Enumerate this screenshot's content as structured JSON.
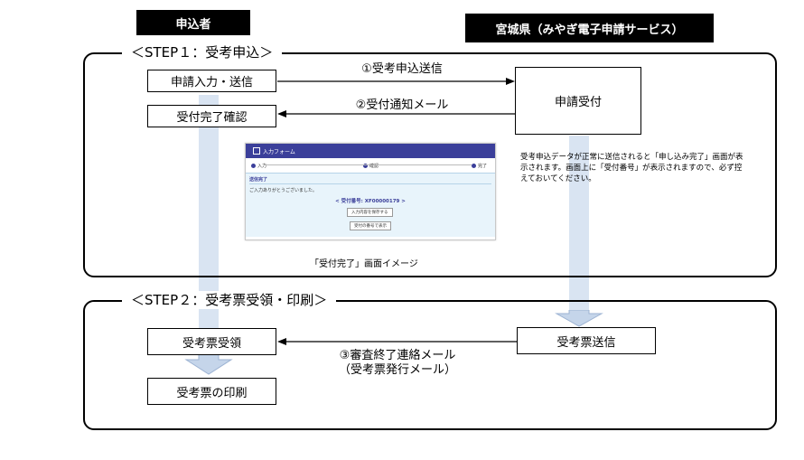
{
  "lanes": {
    "applicant": "申込者",
    "system": "宮城県（みやぎ電子申請サービス）"
  },
  "step1": {
    "label": "＜STEP１：受考申込＞",
    "apply_box": "申請入力・送信",
    "confirm_box": "受付完了確認",
    "receive_box": "申請受付",
    "msg_send": "①受考申込送信",
    "msg_notify": "②受付通知メール",
    "note": "受考申込データが正常に送信されると「申し込み完了」画面が表示されます。画面上に「受付番号」が表示されますので、必ず控えておいてください。",
    "caption": "「受付完了」画面イメージ",
    "screenshot": {
      "title": "入力フォーム",
      "step_input": "入力",
      "step_confirm": "確認",
      "step_done": "完了",
      "heading": "送信完了",
      "thanks": "ご入力ありがとうございました。",
      "receipt": "< 受付番号: XF00000179 >",
      "btn_save": "入力内容を保存する",
      "btn_print": "受付の番号で表示"
    }
  },
  "step2": {
    "label": "＜STEP２：受考票受領・印刷＞",
    "receive_box": "受考票受領",
    "print_box": "受考票の印刷",
    "send_box": "受考票送信",
    "msg_line1": "③審査終了連絡メール",
    "msg_line2": "（受考票発行メール）"
  },
  "colors": {
    "lane": "#d9e4f2",
    "lane_arrow": "#c5d5ea",
    "frame": "#000000",
    "header_bg": "#000000",
    "screenshot_bar": "#3b3f9a",
    "screenshot_body": "#e8f4fb"
  }
}
